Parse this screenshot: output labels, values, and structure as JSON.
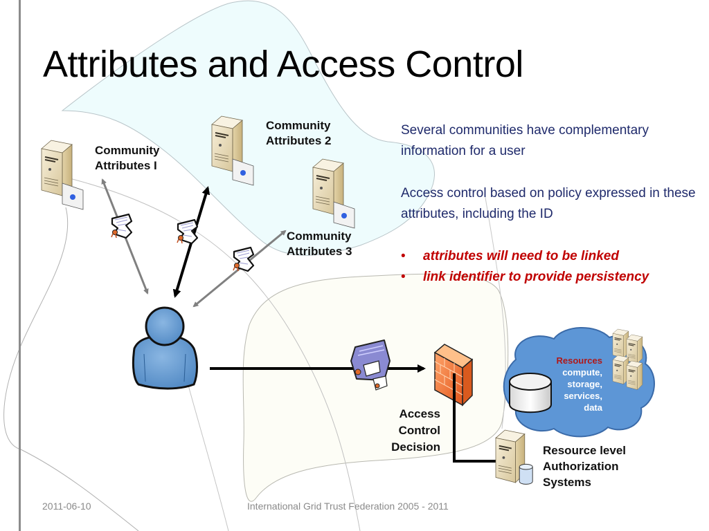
{
  "slide": {
    "title": "Attributes and Access Control",
    "body": {
      "paragraphs": [
        "Several communities have complementary information for a user",
        "Access control based on policy expressed in these attributes, including the ID"
      ],
      "bullets": [
        "attributes will need to be linked",
        "link identifier to provide persistency"
      ],
      "bullet_glyph": "•",
      "text_color": "#1f2a6b",
      "bullet_color": "#c00000"
    },
    "diagram": {
      "communities": [
        {
          "label_line1": "Community",
          "label_line2": "Attributes I"
        },
        {
          "label_line1": "Community",
          "label_line2": "Attributes 2"
        },
        {
          "label_line1": "Community",
          "label_line2": "Attributes 3"
        }
      ],
      "access_control": {
        "line1": "Access",
        "line2": "Control",
        "line3": "Decision"
      },
      "resources": {
        "title": "Resources",
        "items": [
          "compute,",
          "storage,",
          "services,",
          "data"
        ]
      },
      "authz": {
        "line1": "Resource level",
        "line2": "Authorization",
        "line3": "Systems"
      },
      "colors": {
        "community_region": "#eefcfd",
        "resource_region": "#fdfdf6",
        "user": "#5b93cc",
        "firewall": "#f07a3a",
        "cloud": "#5d96d6",
        "server": "#e9dcbc"
      }
    },
    "footer": {
      "date": "2011-06-10",
      "org": "International Grid Trust Federation 2005 - 2011"
    }
  }
}
